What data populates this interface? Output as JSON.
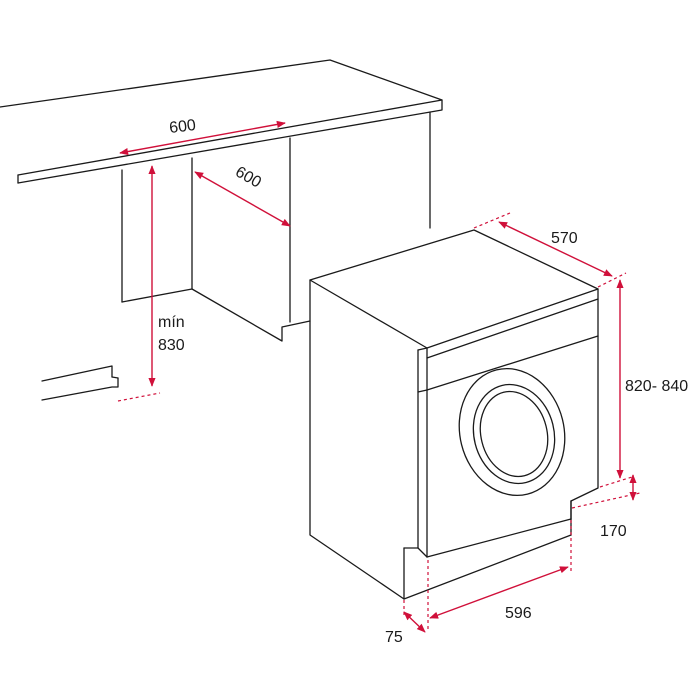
{
  "dimensions": {
    "counter_width": "600",
    "counter_depth": "600",
    "min_label": "mín",
    "min_height": "830",
    "machine_depth": "570",
    "machine_height": "820- 840",
    "plinth_height": "170",
    "machine_width": "596",
    "plinth_depth": "75"
  },
  "colors": {
    "line": "#1a1a1a",
    "dimension": "#d0103a",
    "background": "#ffffff"
  }
}
